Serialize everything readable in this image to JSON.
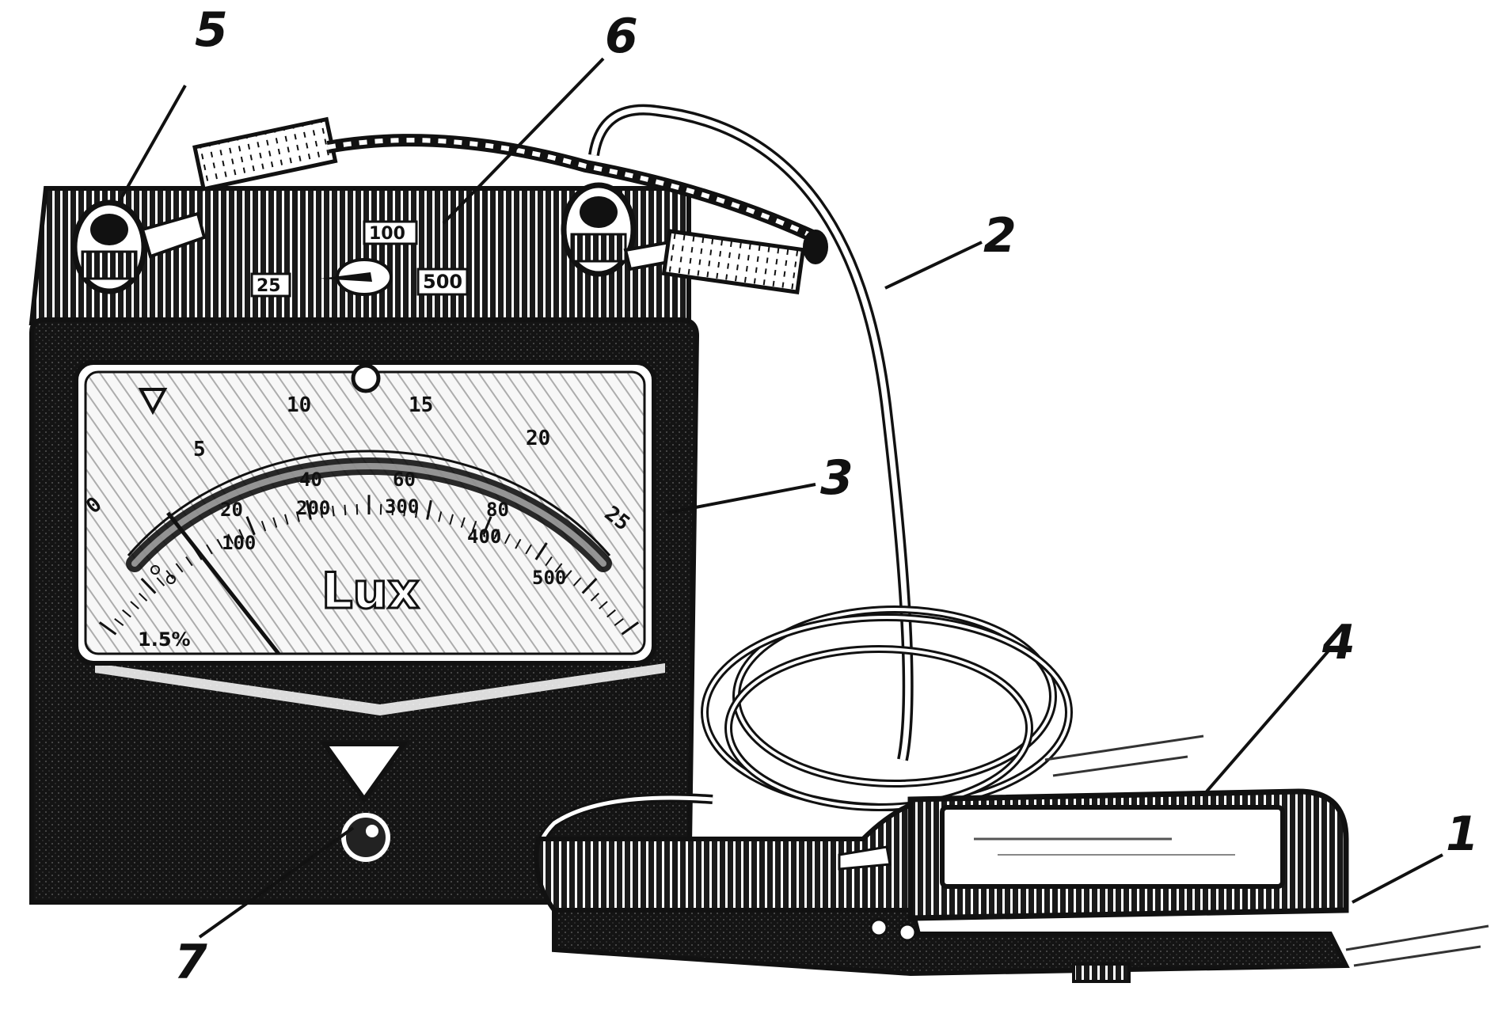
{
  "callouts": [
    "1",
    "2",
    "3",
    "4",
    "5",
    "6",
    "7"
  ],
  "range_selector": {
    "labels": [
      "25",
      "100",
      "500"
    ]
  },
  "scale": {
    "top_labels": [
      "0",
      "5",
      "10",
      "15",
      "20",
      "25"
    ],
    "inner_labels": [
      "20",
      "40",
      "60",
      "80"
    ],
    "mid_labels": [
      "100",
      "200",
      "300",
      "400",
      "500"
    ],
    "unit": "Lux",
    "accuracy": "1.5%"
  },
  "colors": {
    "ink": "#111111",
    "paper": "#ffffff",
    "dial": "#f7f7f7"
  }
}
